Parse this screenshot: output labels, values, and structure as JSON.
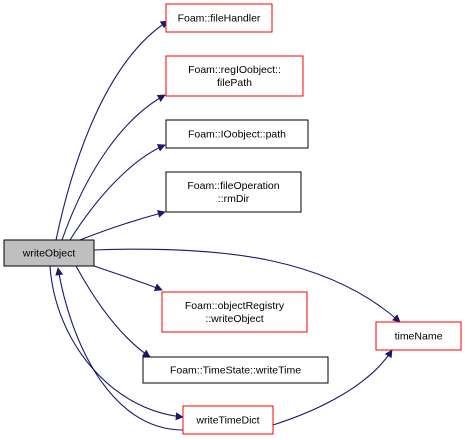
{
  "colors": {
    "edge": "#191970",
    "root_fill": "#bfbfbf",
    "root_border": "#000000",
    "red_border": "#ff0000",
    "black_border": "#000000",
    "node_fill": "#ffffff",
    "text": "#000000"
  },
  "nodes": [
    {
      "id": "writeObject",
      "lines": [
        "writeObject"
      ],
      "kind": "root"
    },
    {
      "id": "fileHandler",
      "lines": [
        "Foam::fileHandler"
      ],
      "kind": "red"
    },
    {
      "id": "regIOobject_filePath",
      "lines": [
        "Foam::regIOobject::",
        "filePath"
      ],
      "kind": "red"
    },
    {
      "id": "IOobject_path",
      "lines": [
        "Foam::IOobject::path"
      ],
      "kind": "black"
    },
    {
      "id": "fileOperation_rmDir",
      "lines": [
        "Foam::fileOperation",
        "::rmDir"
      ],
      "kind": "black"
    },
    {
      "id": "objectRegistry_writeObject",
      "lines": [
        "Foam::objectRegistry",
        "::writeObject"
      ],
      "kind": "red"
    },
    {
      "id": "TimeState_writeTime",
      "lines": [
        "Foam::TimeState::writeTime"
      ],
      "kind": "black"
    },
    {
      "id": "writeTimeDict",
      "lines": [
        "writeTimeDict"
      ],
      "kind": "red"
    },
    {
      "id": "timeName",
      "lines": [
        "timeName"
      ],
      "kind": "red"
    }
  ],
  "edges": [
    {
      "from": "writeObject",
      "to": "fileHandler"
    },
    {
      "from": "writeObject",
      "to": "regIOobject_filePath"
    },
    {
      "from": "writeObject",
      "to": "IOobject_path"
    },
    {
      "from": "writeObject",
      "to": "fileOperation_rmDir"
    },
    {
      "from": "writeObject",
      "to": "objectRegistry_writeObject"
    },
    {
      "from": "writeObject",
      "to": "TimeState_writeTime"
    },
    {
      "from": "writeObject",
      "to": "writeTimeDict"
    },
    {
      "from": "writeObject",
      "to": "timeName"
    },
    {
      "from": "writeTimeDict",
      "to": "writeObject"
    },
    {
      "from": "writeTimeDict",
      "to": "timeName"
    }
  ]
}
